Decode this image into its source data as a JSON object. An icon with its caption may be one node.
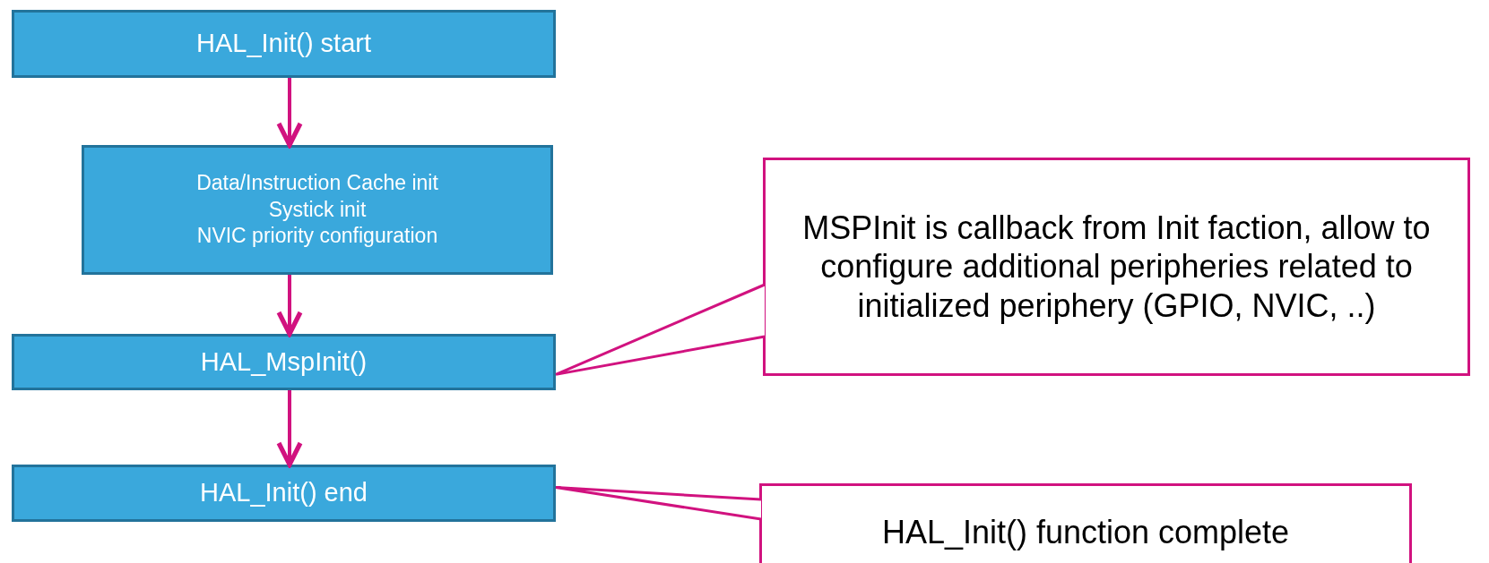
{
  "diagram": {
    "nodes": [
      {
        "text": [
          "HAL_Init() start"
        ]
      },
      {
        "text": [
          "Data/Instruction Cache init",
          "Systick init",
          "NVIC priority configuration"
        ]
      },
      {
        "text": [
          "HAL_MspInit()"
        ]
      },
      {
        "text": [
          "HAL_Init() end"
        ]
      },
      {
        "text": [
          "MSPInit is callback from Init faction, allow to configure additional peripheries related to initialized periphery (GPIO, NVIC, ..)"
        ]
      },
      {
        "text": [
          "HAL_Init() function complete"
        ]
      }
    ],
    "edges": [
      {
        "from": 0,
        "to": 1,
        "arrow": "to"
      },
      {
        "from": 1,
        "to": 2,
        "arrow": "to"
      },
      {
        "from": 2,
        "to": 3,
        "arrow": "to"
      },
      {
        "from": 4,
        "to": 2,
        "arrow": "none"
      },
      {
        "from": 5,
        "to": 3,
        "arrow": "none"
      }
    ]
  }
}
